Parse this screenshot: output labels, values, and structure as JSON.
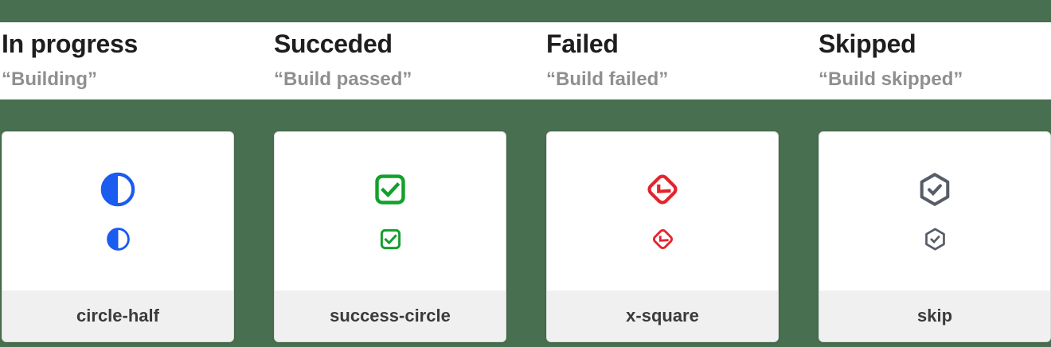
{
  "page": {
    "background_color": "#486F50",
    "text_band_color": "#FFFFFF",
    "card_footer_color": "#F0F0F0"
  },
  "columns": [
    {
      "title": "In progress",
      "subtitle": "“Building”",
      "icon": "circle-half-icon",
      "icon_color": "#1A5BF0",
      "label": "circle-half"
    },
    {
      "title": "Succeded",
      "subtitle": "“Build passed”",
      "icon": "success-circle-icon",
      "icon_color": "#13A02B",
      "label": "success-circle"
    },
    {
      "title": "Failed",
      "subtitle": "“Build failed”",
      "icon": "x-square-icon",
      "icon_color": "#E2252C",
      "label": "x-square"
    },
    {
      "title": "Skipped",
      "subtitle": "“Build skipped”",
      "icon": "skip-icon",
      "icon_color": "#565D68",
      "label": "skip"
    }
  ]
}
